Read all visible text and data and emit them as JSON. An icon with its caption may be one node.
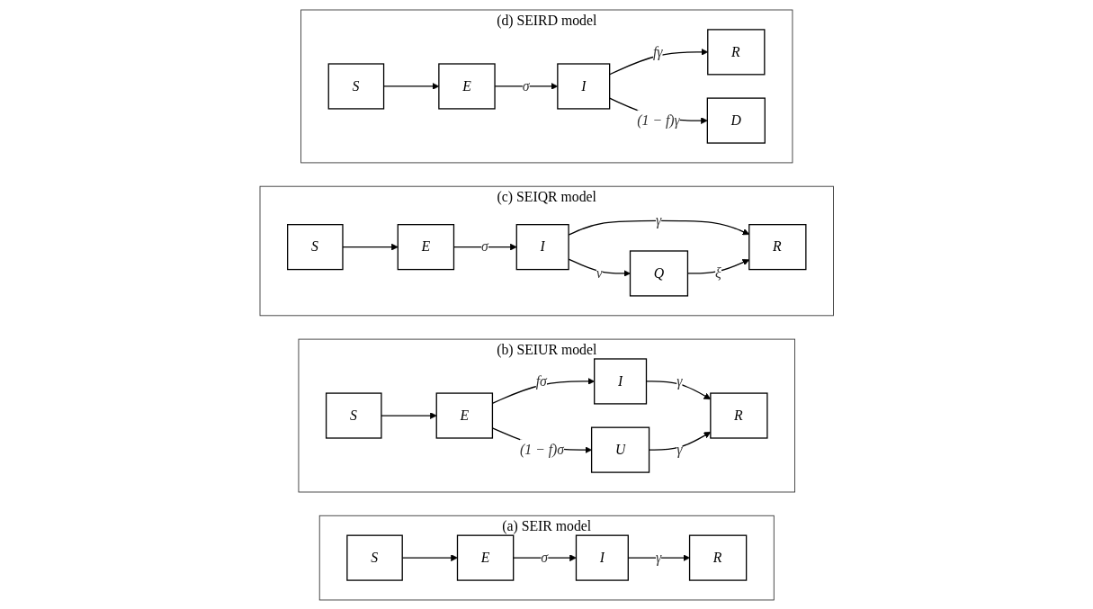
{
  "diagram": {
    "nodes": [
      {
        "text": [
          "(a) SEIR model"
        ]
      },
      {
        "text": [
          "S"
        ],
        "in": 0
      },
      {
        "text": [
          "E"
        ],
        "in": 0
      },
      {
        "text": [
          "I"
        ],
        "in": 0
      },
      {
        "text": [
          "R"
        ],
        "in": 0
      },
      {
        "text": [
          "(b) SEIUR model"
        ]
      },
      {
        "text": [
          "S"
        ],
        "in": 5
      },
      {
        "text": [
          "E"
        ],
        "in": 5
      },
      {
        "text": [
          "I"
        ],
        "in": 5
      },
      {
        "text": [
          "R"
        ],
        "in": 5
      },
      {
        "text": [
          "U"
        ],
        "in": 5
      },
      {
        "text": [
          "(c) SEIQR model"
        ]
      },
      {
        "text": [
          "S"
        ],
        "in": 11
      },
      {
        "text": [
          "E"
        ],
        "in": 11
      },
      {
        "text": [
          "I"
        ],
        "in": 11
      },
      {
        "text": [
          "R"
        ],
        "in": 11
      },
      {
        "text": [
          "Q"
        ],
        "in": 11
      },
      {
        "text": [
          "(d) SEIRD model"
        ]
      },
      {
        "text": [
          "S"
        ],
        "in": 17
      },
      {
        "text": [
          "E"
        ],
        "in": 17
      },
      {
        "text": [
          "I"
        ],
        "in": 17
      },
      {
        "text": [
          "R"
        ],
        "in": 17
      },
      {
        "text": [
          "D"
        ],
        "in": 17
      }
    ],
    "edges": [
      {
        "from": 1,
        "to": 2,
        "arrow": "to"
      },
      {
        "from": 2,
        "to": 3,
        "arrow": "to",
        "label": "σ"
      },
      {
        "from": 3,
        "to": 4,
        "arrow": "to",
        "label": "γ"
      },
      {
        "from": 6,
        "to": 7,
        "arrow": "to"
      },
      {
        "from": 7,
        "to": 8,
        "arrow": "to",
        "label": "fσ"
      },
      {
        "from": 8,
        "to": 9,
        "arrow": "to",
        "label": "γ"
      },
      {
        "from": 7,
        "to": 10,
        "arrow": "to",
        "label": "(1 − f)σ"
      },
      {
        "from": 10,
        "to": 9,
        "arrow": "to",
        "label": "γ"
      },
      {
        "from": 12,
        "to": 13,
        "arrow": "to"
      },
      {
        "from": 13,
        "to": 14,
        "arrow": "to",
        "label": "σ"
      },
      {
        "from": 14,
        "to": 15,
        "arrow": "to",
        "label": "γ"
      },
      {
        "from": 14,
        "to": 16,
        "arrow": "to",
        "label": "ν"
      },
      {
        "from": 16,
        "to": 15,
        "arrow": "to",
        "label": "ξ"
      },
      {
        "from": 18,
        "to": 19,
        "arrow": "to"
      },
      {
        "from": 19,
        "to": 20,
        "arrow": "to",
        "label": "σ"
      },
      {
        "from": 20,
        "to": 21,
        "arrow": "to",
        "label": "fγ"
      },
      {
        "from": 20,
        "to": 22,
        "arrow": "to",
        "label": "(1 − f)γ"
      }
    ]
  }
}
